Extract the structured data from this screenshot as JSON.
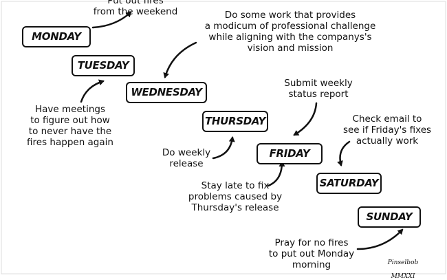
{
  "days": {
    "monday": "MONDAY",
    "tuesday": "TUESDAY",
    "wednesday": "WEDNESDAY",
    "thursday": "THURSDAY",
    "friday": "FRIDAY",
    "saturday": "SATURDAY",
    "sunday": "SUNDAY"
  },
  "notes": {
    "monday": "Put out fires\nfrom the weekend",
    "tuesday": "Have meetings\nto figure out how\nto never have the\nfires happen again",
    "wednesday": "Do some work that provides\na modicum of professional challenge\nwhile aligning with the companys's\nvision and mission",
    "thursday": "Do weekly\nrelease",
    "friday_top": "Submit weekly\nstatus report",
    "friday_bottom": "Stay late to fix\nproblems caused by\nThursday's release",
    "saturday": "Check email to\nsee if Friday's fixes\nactually work",
    "sunday": "Pray for no fires\nto put out Monday\nmorning"
  },
  "signature": {
    "name": "Pinselbob",
    "year": "MMXXI"
  },
  "colors": {
    "ink": "#111111",
    "paper": "#ffffff"
  }
}
